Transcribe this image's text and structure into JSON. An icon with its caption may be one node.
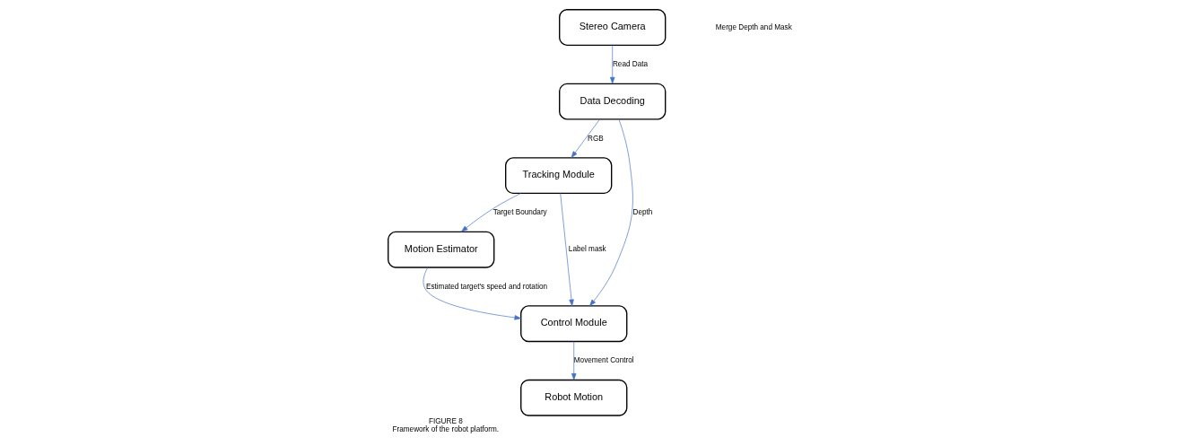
{
  "diagram": {
    "title": "FIGURE 8",
    "caption": "Framework of the robot platform.",
    "nodes": [
      {
        "text": [
          "Tracking Module"
        ]
      },
      {
        "text": [
          "Motion Estimator"
        ]
      },
      {
        "text": [
          "Data Decoding"
        ]
      },
      {
        "text": [
          "Control Module"
        ]
      },
      {
        "text": [
          "Stereo Camera"
        ]
      },
      {
        "text": [
          "Robot Motion"
        ]
      }
    ],
    "edges": [
      {
        "from": 2,
        "to": 0,
        "arrow": "to",
        "label": "RGB"
      },
      {
        "from": 0,
        "to": 1,
        "arrow": "to",
        "label": "Target Boundary"
      },
      {
        "from": 1,
        "to": 3,
        "arrow": "to",
        "label": "Estimated target's speed and rotation"
      },
      {
        "from": 4,
        "to": 2,
        "arrow": "to",
        "label": "Read Data"
      },
      {
        "from": 0,
        "to": 3,
        "arrow": "to",
        "label": "Label mask"
      },
      {
        "from": 2,
        "to": 3,
        "arrow": "to",
        "label": "Depth"
      },
      {
        "from": 3,
        "to": 5,
        "arrow": "to",
        "label": "Movement Control"
      }
    ],
    "labels": [
      "Merge Depth and Mask"
    ]
  }
}
